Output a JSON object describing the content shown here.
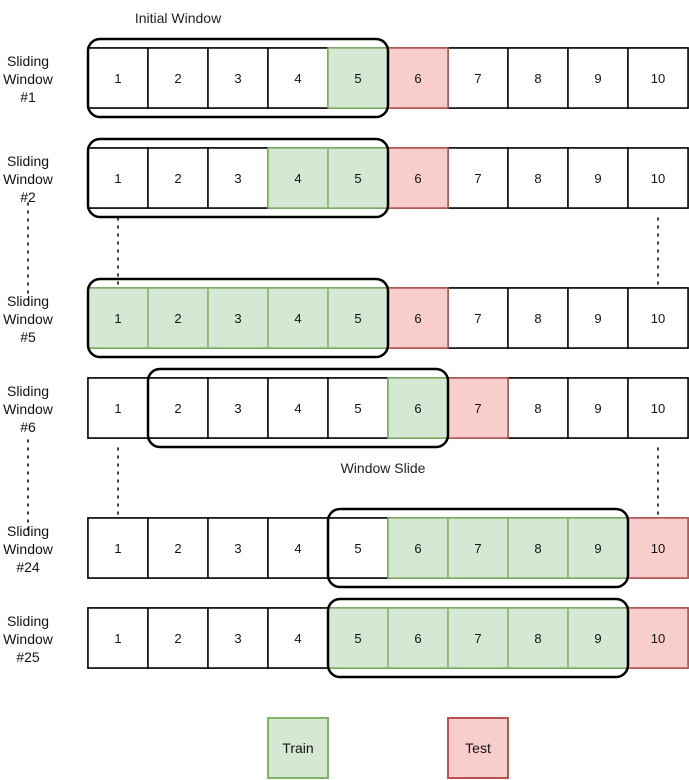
{
  "diagram": {
    "initial_label": "Initial Window",
    "slide_label": "Window Slide",
    "colors": {
      "train_fill": "#d5e8d4",
      "train_stroke": "#82b366",
      "test_fill": "#f8cecc",
      "test_stroke": "#b85450",
      "plain_fill": "#ffffff",
      "plain_stroke": "#000000"
    },
    "legend": [
      {
        "label": "Train",
        "kind": "train"
      },
      {
        "label": "Test",
        "kind": "test"
      }
    ],
    "rows": [
      {
        "label_lines": [
          "Sliding",
          "Window",
          "#1"
        ],
        "cells": [
          "1",
          "2",
          "3",
          "4",
          "5",
          "6",
          "7",
          "8",
          "9",
          "10"
        ],
        "states": [
          "plain",
          "plain",
          "plain",
          "plain",
          "train",
          "test",
          "plain",
          "plain",
          "plain",
          "plain"
        ],
        "window": [
          1,
          5
        ]
      },
      {
        "label_lines": [
          "Sliding",
          "Window",
          "#2"
        ],
        "cells": [
          "1",
          "2",
          "3",
          "4",
          "5",
          "6",
          "7",
          "8",
          "9",
          "10"
        ],
        "states": [
          "plain",
          "plain",
          "plain",
          "train",
          "train",
          "test",
          "plain",
          "plain",
          "plain",
          "plain"
        ],
        "window": [
          1,
          5
        ]
      },
      {
        "label_lines": [
          "Sliding",
          "Window",
          "#5"
        ],
        "cells": [
          "1",
          "2",
          "3",
          "4",
          "5",
          "6",
          "7",
          "8",
          "9",
          "10"
        ],
        "states": [
          "train",
          "train",
          "train",
          "train",
          "train",
          "test",
          "plain",
          "plain",
          "plain",
          "plain"
        ],
        "window": [
          1,
          5
        ]
      },
      {
        "label_lines": [
          "Sliding",
          "Window",
          "#6"
        ],
        "cells": [
          "1",
          "2",
          "3",
          "4",
          "5",
          "6",
          "7",
          "8",
          "9",
          "10"
        ],
        "states": [
          "plain",
          "plain",
          "plain",
          "plain",
          "plain",
          "train",
          "test",
          "plain",
          "plain",
          "plain"
        ],
        "window": [
          2,
          6
        ]
      },
      {
        "label_lines": [
          "Sliding",
          "Window",
          "#24"
        ],
        "cells": [
          "1",
          "2",
          "3",
          "4",
          "5",
          "6",
          "7",
          "8",
          "9",
          "10"
        ],
        "states": [
          "plain",
          "plain",
          "plain",
          "plain",
          "plain",
          "train",
          "train",
          "train",
          "train",
          "test"
        ],
        "window": [
          5,
          9
        ]
      },
      {
        "label_lines": [
          "Sliding",
          "Window",
          "#25"
        ],
        "cells": [
          "1",
          "2",
          "3",
          "4",
          "5",
          "6",
          "7",
          "8",
          "9",
          "10"
        ],
        "states": [
          "plain",
          "plain",
          "plain",
          "plain",
          "train",
          "train",
          "train",
          "train",
          "train",
          "test"
        ],
        "window": [
          5,
          9
        ]
      }
    ]
  }
}
